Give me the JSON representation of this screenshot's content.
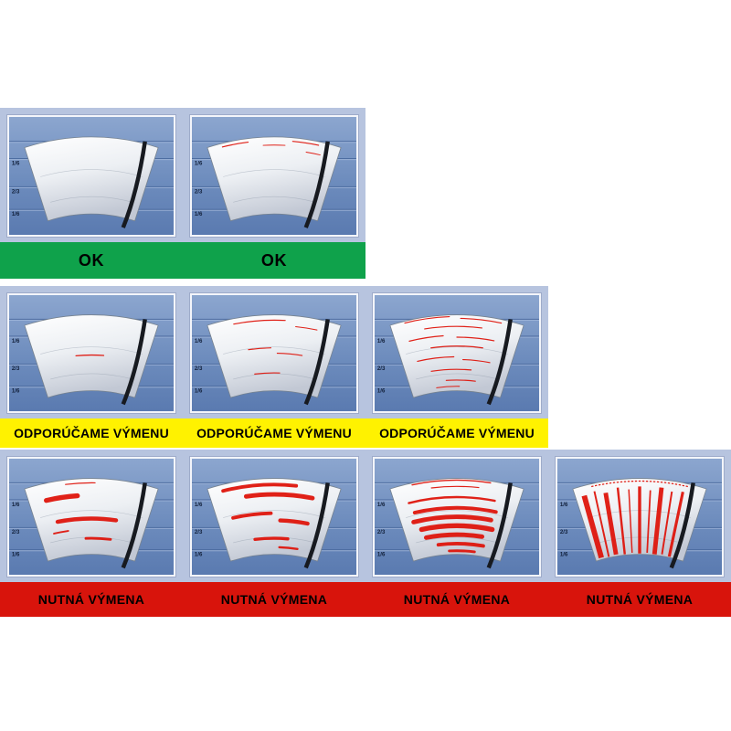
{
  "zone_labels": [
    "1/6",
    "2/3",
    "1/6"
  ],
  "status_levels": [
    {
      "key": "ok",
      "label": "OK",
      "banner_color": "#0FA24B"
    },
    {
      "key": "recommend",
      "label": "ODPORÚČAME VÝMENU",
      "banner_color": "#FFF200"
    },
    {
      "key": "replace",
      "label": "NUTNÁ VÝMENA",
      "banner_color": "#D8140C"
    }
  ],
  "colors": {
    "streak_red": "#DE150C",
    "blade_dark": "#171A20",
    "panel_blue": "#6E8DBE",
    "cell_margin": "#B7C4DF",
    "gridline_dark": "#47679C",
    "gridline_light": "#A5BADC"
  },
  "cells": [
    {
      "row": 1,
      "status": "ok",
      "pattern": "no-streaks"
    },
    {
      "row": 1,
      "status": "ok",
      "pattern": "edge-marks"
    },
    {
      "row": 2,
      "status": "recommend",
      "pattern": "single-streak"
    },
    {
      "row": 2,
      "status": "recommend",
      "pattern": "few-streaks"
    },
    {
      "row": 2,
      "status": "recommend",
      "pattern": "many-streaks"
    },
    {
      "row": 3,
      "status": "replace",
      "pattern": "smears"
    },
    {
      "row": 3,
      "status": "replace",
      "pattern": "heavy-smears"
    },
    {
      "row": 3,
      "status": "replace",
      "pattern": "dense-band"
    },
    {
      "row": 3,
      "status": "replace",
      "pattern": "total-wear"
    }
  ],
  "patterns": {
    "no-streaks": {
      "arcs": [],
      "radials": [],
      "top_marks": false
    },
    "edge-marks": {
      "arcs": [
        [
          239,
          -14,
          -7,
          1.2
        ],
        [
          234,
          -3,
          3,
          1.0
        ],
        [
          239,
          5,
          12,
          1.2
        ],
        [
          229,
          9,
          13,
          0.9
        ]
      ],
      "radials": [],
      "top_marks": false
    },
    "single-streak": {
      "arcs": [
        [
          198,
          -5,
          4,
          1.3
        ]
      ],
      "radials": [],
      "top_marks": false
    },
    "few-streaks": {
      "arcs": [
        [
          237,
          -11,
          3,
          1.2
        ],
        [
          231,
          6,
          12,
          1.0
        ],
        [
          206,
          -8,
          -1,
          1.2
        ],
        [
          200,
          1,
          9,
          1.2
        ],
        [
          178,
          -7,
          2,
          1.2
        ]
      ],
      "radials": [],
      "top_marks": false
    },
    "many-streaks": {
      "arcs": [
        [
          241,
          -14,
          -2,
          1.2
        ],
        [
          239,
          1,
          12,
          1.2
        ],
        [
          230,
          -9,
          7,
          1.2
        ],
        [
          220,
          -14,
          -4,
          1.2
        ],
        [
          218,
          0,
          11,
          1.2
        ],
        [
          208,
          -8,
          8,
          1.3
        ],
        [
          196,
          -13,
          -1,
          1.2
        ],
        [
          193,
          2,
          11,
          1.2
        ],
        [
          182,
          -9,
          5,
          1.2
        ],
        [
          170,
          -4,
          7,
          1.2
        ],
        [
          163,
          -8,
          1,
          1.1
        ]
      ],
      "radials": [],
      "top_marks": false
    },
    "smears": {
      "arcs": [
        [
          238,
          -7,
          1,
          1.2
        ],
        [
          224,
          -13,
          -4,
          5.5
        ],
        [
          198,
          -11,
          8,
          4.5
        ],
        [
          186,
          -13,
          -8,
          2.0
        ],
        [
          176,
          -2,
          7,
          3.0
        ]
      ],
      "radials": [],
      "top_marks": false
    },
    "heavy-smears": {
      "arcs": [
        [
          236,
          -14,
          6,
          4.0
        ],
        [
          225,
          -8,
          11,
          5.0
        ],
        [
          204,
          -13,
          -1,
          4.0
        ],
        [
          196,
          2,
          11,
          4.5
        ],
        [
          176,
          -7,
          5,
          3.5
        ],
        [
          166,
          2,
          9,
          2.5
        ]
      ],
      "radials": [],
      "top_marks": false
    },
    "dense-band": {
      "arcs": [
        [
          241,
          -12,
          9,
          1.4
        ],
        [
          234,
          -7,
          6,
          1.2
        ],
        [
          222,
          -14,
          11,
          2.5
        ],
        [
          210,
          -13,
          12,
          4.0
        ],
        [
          200,
          -14,
          11,
          5.0
        ],
        [
          190,
          -12,
          12,
          5.5
        ],
        [
          180,
          -11,
          9,
          5.0
        ],
        [
          170,
          -7,
          10,
          4.0
        ],
        [
          162,
          -3,
          7,
          3.0
        ]
      ],
      "radials": [],
      "top_marks": false
    },
    "total-wear": {
      "arcs": [],
      "radials": [
        [
          -15.5,
          160,
          232,
          6.0
        ],
        [
          -12.5,
          159,
          234,
          2.0
        ],
        [
          -9.5,
          160,
          230,
          5.0
        ],
        [
          -6,
          159,
          234,
          2.5
        ],
        [
          -3,
          160,
          231,
          1.5
        ],
        [
          0,
          159,
          234,
          3.5
        ],
        [
          3,
          160,
          230,
          1.8
        ],
        [
          6,
          159,
          234,
          5.0
        ],
        [
          9,
          160,
          231,
          2.0
        ],
        [
          12,
          159,
          233,
          3.2
        ]
      ],
      "top_marks": true
    }
  }
}
